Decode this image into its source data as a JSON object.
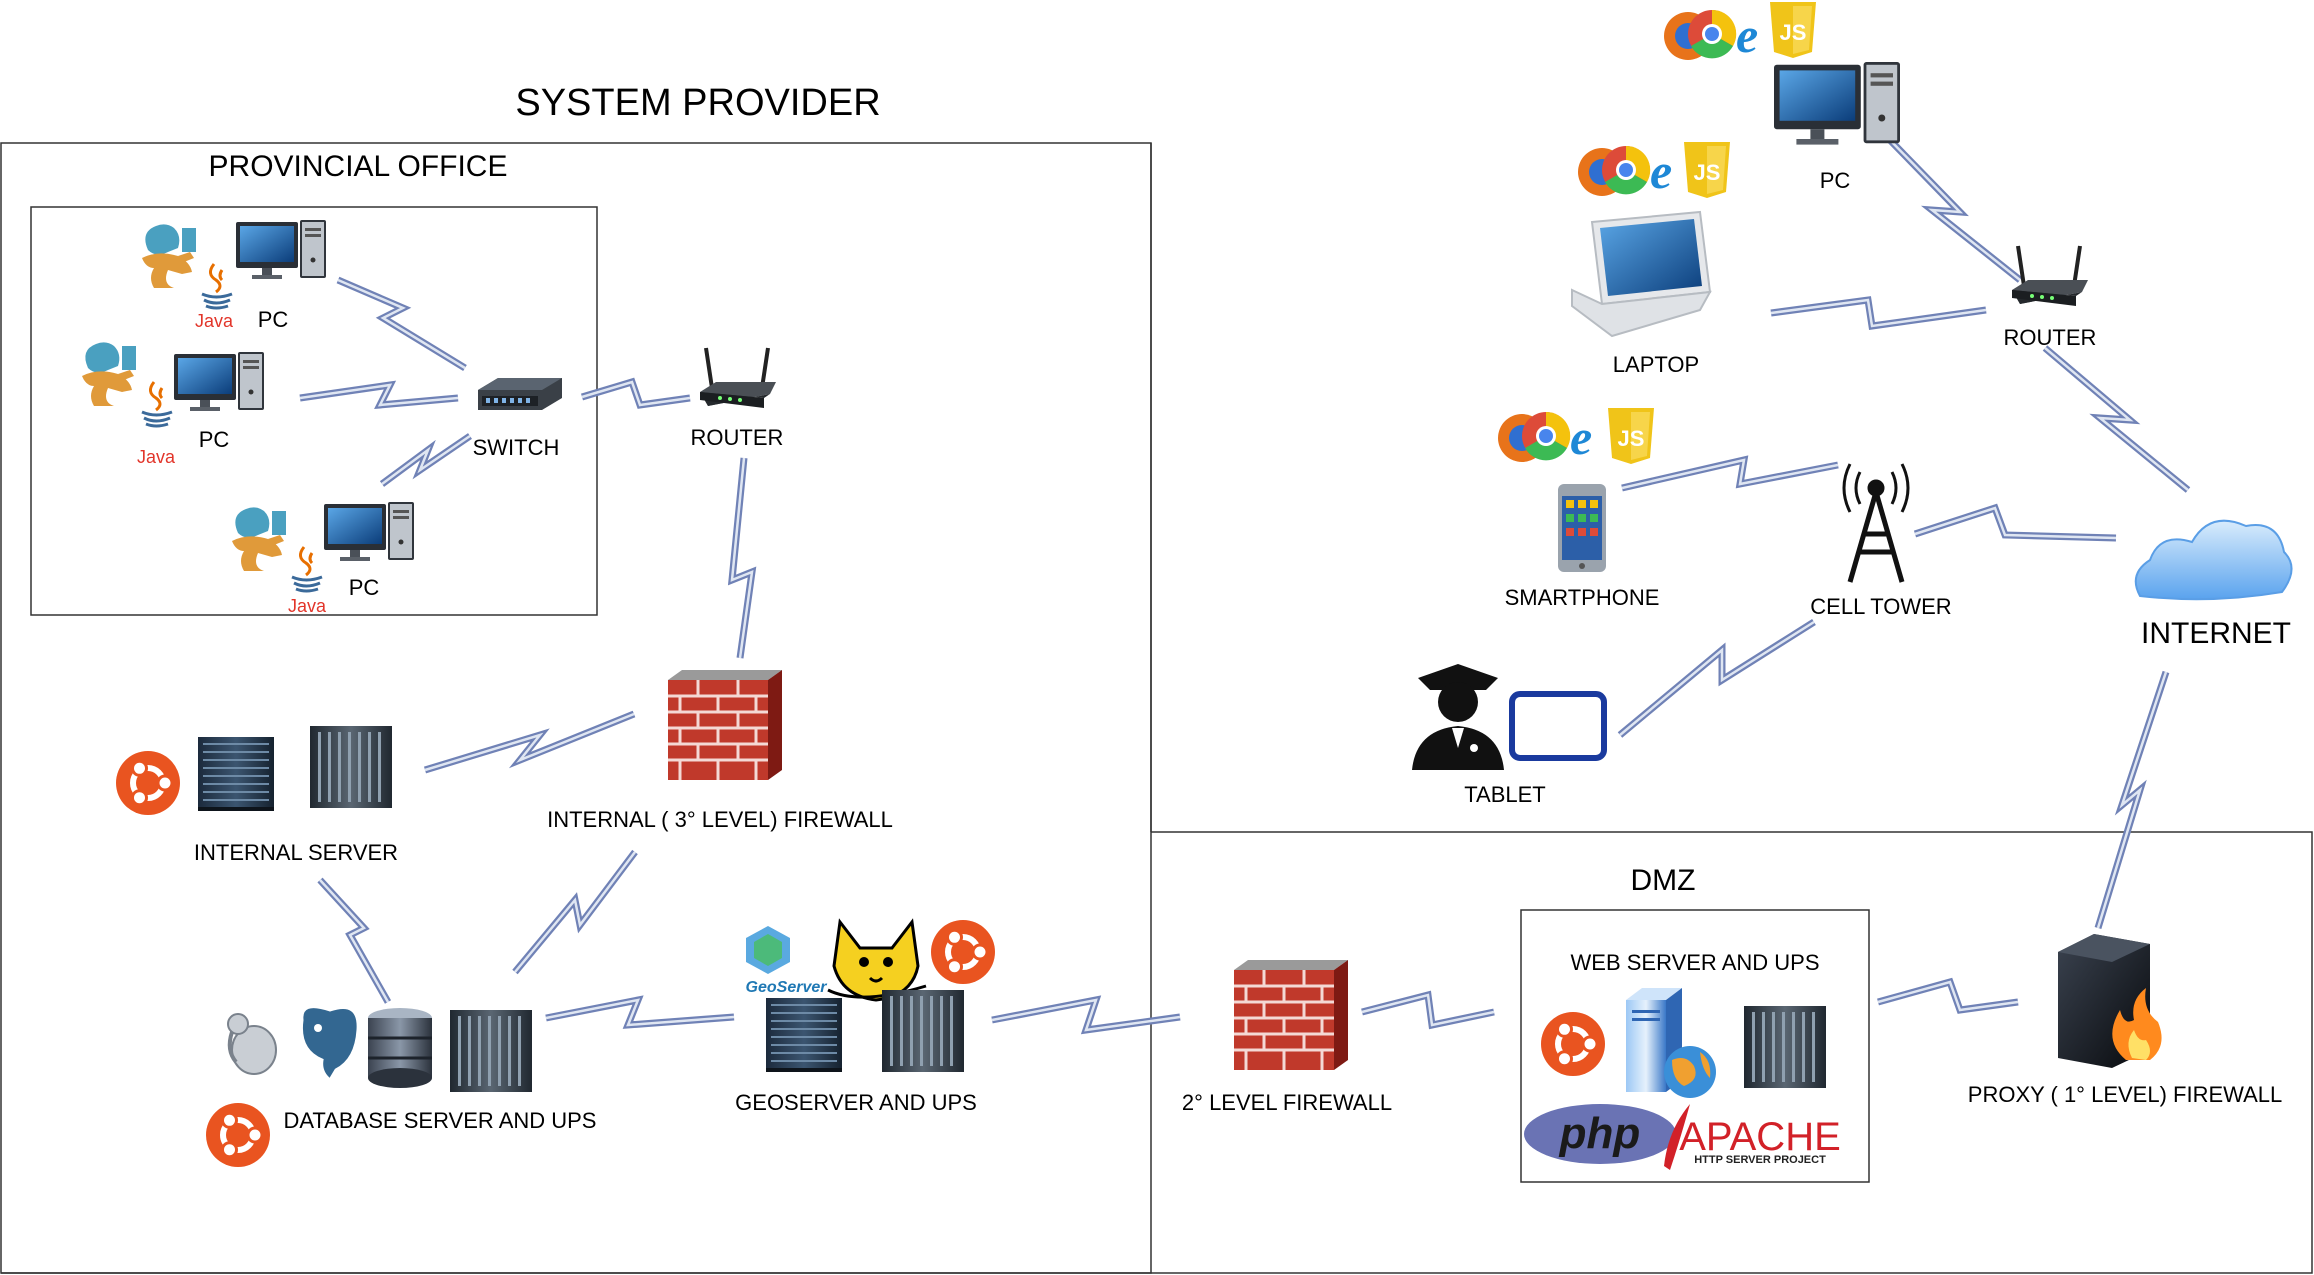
{
  "title": "SYSTEM PROVIDER",
  "zones": {
    "provincial_office": "PROVINCIAL OFFICE",
    "dmz": "DMZ"
  },
  "labels": {
    "pc1": "PC",
    "pc2": "PC",
    "pc3": "PC",
    "switch": "SWITCH",
    "router_office": "ROUTER",
    "internal_firewall": "INTERNAL ( 3° LEVEL) FIREWALL",
    "internal_server": "INTERNAL SERVER",
    "database_server": "DATABASE SERVER AND UPS",
    "geoserver": "GEOSERVER AND UPS",
    "second_firewall": "2° LEVEL FIREWALL",
    "web_server": "WEB SERVER AND UPS",
    "proxy_firewall": "PROXY ( 1° LEVEL) FIREWALL",
    "internet": "INTERNET",
    "pc_remote": "PC",
    "laptop": "LAPTOP",
    "router_remote": "ROUTER",
    "smartphone": "SMARTPHONE",
    "cell_tower": "CELL TOWER",
    "tablet": "TABLET"
  },
  "logos": {
    "java": "Java",
    "geoserver": "GeoServer",
    "php": "php",
    "apache": "APACHE",
    "apache_sub": "HTTP SERVER PROJECT",
    "js": "JS"
  },
  "icons": [
    "desktop-pc-icon",
    "java-icon",
    "qgis-kangaroo-icon",
    "network-switch-icon",
    "router-icon",
    "brick-firewall-icon",
    "rack-server-icon",
    "ubuntu-icon",
    "postgresql-elephant-icon",
    "database-icon",
    "tomcat-icon",
    "php-icon",
    "apache-icon",
    "cloud-icon",
    "cell-tower-icon",
    "laptop-icon",
    "smartphone-icon",
    "tablet-icon",
    "police-officer-icon",
    "browser-icons",
    "javascript-icon"
  ],
  "colors": {
    "link": "#7082b6",
    "ubuntu": "#e95420",
    "brick": "#c0392b",
    "js": "#f0c419",
    "cloud": "#6db3f2",
    "tablet": "#1a3a9e",
    "php": "#6a73b4",
    "apache": "#d22128"
  }
}
